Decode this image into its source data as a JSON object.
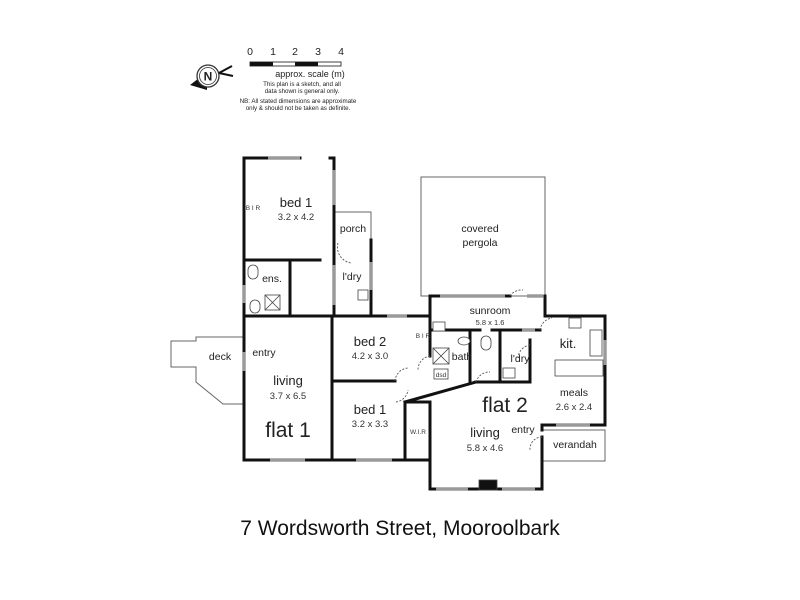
{
  "legend": {
    "scale_ticks": [
      "0",
      "1",
      "2",
      "3",
      "4"
    ],
    "scale_label": "approx. scale (m)",
    "note_line_1": "This plan is a sketch, and all",
    "note_line_2": "data shown is general only.",
    "note_line_3": "NB: All stated dimensions are approximate",
    "note_line_4": "only & should not be taken as definite.",
    "north_letter": "N"
  },
  "flat1": {
    "label": "flat 1",
    "rooms": {
      "bed1": {
        "name": "bed 1",
        "dims": "3.2 x 4.2"
      },
      "bir": {
        "name": "B I R"
      },
      "ens": {
        "name": "ens."
      },
      "porch": {
        "name": "porch"
      },
      "ldry": {
        "name": "l'dry"
      },
      "deck": {
        "name": "deck"
      },
      "entry": {
        "name": "entry"
      },
      "living": {
        "name": "living",
        "dims": "3.7 x 6.5"
      }
    }
  },
  "flat2": {
    "label": "flat 2",
    "rooms": {
      "pergola": {
        "name_1": "covered",
        "name_2": "pergola"
      },
      "sunroom": {
        "name": "sunroom",
        "dims": "5.8 x 1.6"
      },
      "bed2": {
        "name": "bed 2",
        "dims": "4.2 x 3.0"
      },
      "bed2_bir": {
        "name": "B I R"
      },
      "bath": {
        "name": "bath"
      },
      "ldry": {
        "name": "l'dry"
      },
      "dw": {
        "name": "dsd"
      },
      "kit": {
        "name": "kit."
      },
      "meals": {
        "name": "meals",
        "dims": "2.6 x 2.4"
      },
      "bed1": {
        "name": "bed 1",
        "dims": "3.2 x 3.3"
      },
      "wir": {
        "name": "W.I.R"
      },
      "living": {
        "name": "living",
        "dims": "5.8 x 4.6"
      },
      "entry": {
        "name": "entry"
      },
      "verandah": {
        "name": "verandah"
      }
    }
  },
  "address": "7 Wordsworth Street, Mooroolbark",
  "colors": {
    "wall": "#111111",
    "window": "#9a9a9a",
    "thin": "#555555"
  }
}
